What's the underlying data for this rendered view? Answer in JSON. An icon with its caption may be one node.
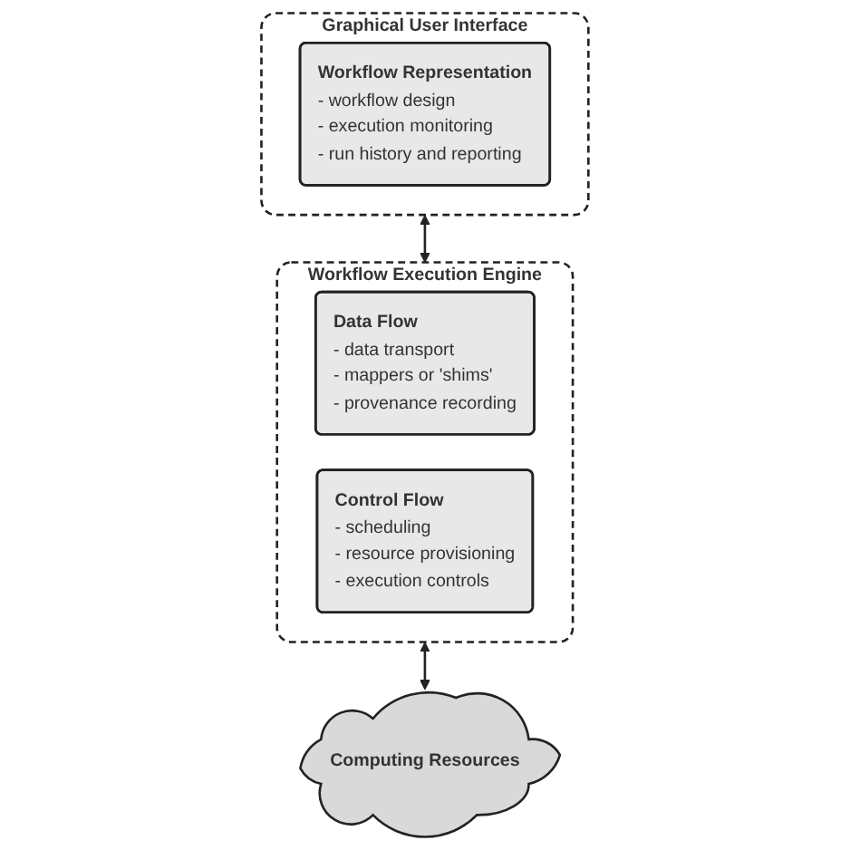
{
  "diagram": {
    "nodes": [
      {
        "text": [
          "Graphical User Interface"
        ]
      },
      {
        "text": [
          "Workflow Representation",
          "- workflow design",
          "- execution monitoring",
          "- run history and reporting"
        ],
        "in": 0
      },
      {
        "text": [
          "Workflow Execution Engine"
        ]
      },
      {
        "text": [
          "Data Flow",
          "- data transport",
          "- mappers or 'shims'",
          "- provenance recording"
        ],
        "in": 2
      },
      {
        "text": [
          "Control Flow",
          "- scheduling",
          "- resource provisioning",
          "- execution controls"
        ],
        "in": 2
      },
      {
        "text": [
          "Computing Resources"
        ]
      }
    ],
    "edges": [
      {
        "from": 0,
        "to": 2,
        "arrow": "both"
      },
      {
        "from": 2,
        "to": 5,
        "arrow": "both"
      }
    ]
  }
}
